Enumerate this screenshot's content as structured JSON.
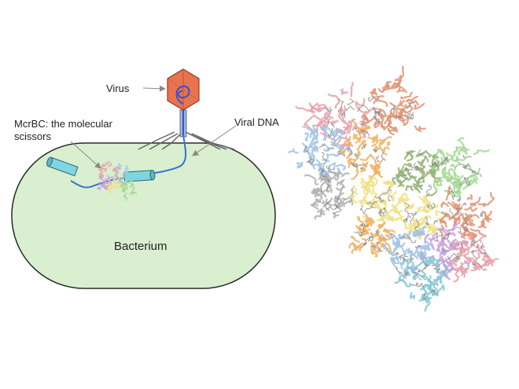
{
  "labels": {
    "virus": "Virus",
    "mcrbc_line1": "McrBC: the molecular",
    "mcrbc_line2": "scissors",
    "viral_dna": "Viral DNA",
    "bacterium": "Bacterium"
  },
  "colors": {
    "bacterium_fill": "#d9efcf",
    "bacterium_stroke": "#2a2a2a",
    "virus_fill": "#e8734e",
    "dna": "#3a6fcf",
    "cylinder": "#7fd6e0",
    "arrow": "#888888"
  },
  "protein_palette": [
    "#e8a0a8",
    "#9fc3e8",
    "#f0b060",
    "#c8a0e0",
    "#a0d890",
    "#f0e080",
    "#b0b0b0",
    "#80c8d0",
    "#e09070",
    "#90b070"
  ]
}
